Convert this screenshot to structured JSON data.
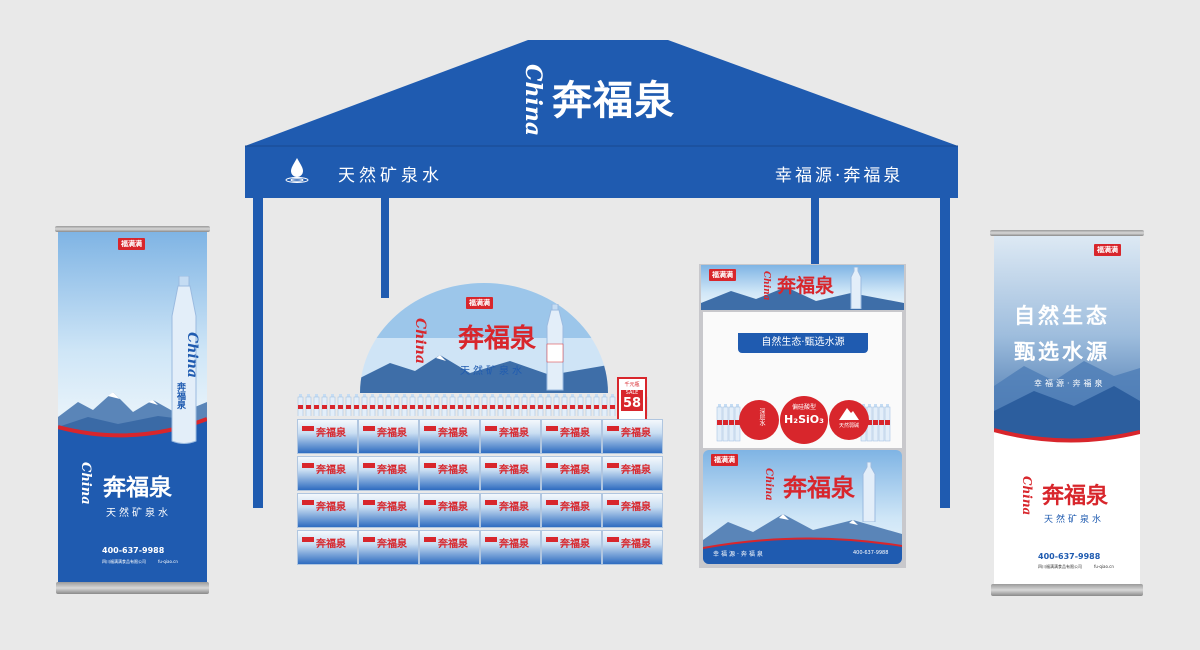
{
  "brand": {
    "name": "奔福泉",
    "latin": "China",
    "badge": "福满满",
    "primary_color": "#1f5bb0",
    "accent_color": "#d8262c"
  },
  "tent": {
    "title": "奔福泉",
    "slogan_left": "天然矿泉水",
    "slogan_right": "幸福源·奔福泉",
    "icon": "water-drop-icon"
  },
  "left_banner": {
    "bottle_label": "China",
    "bottle_brand": "奔福泉",
    "title": "奔福泉",
    "subtitle": "天然矿泉水",
    "phone": "400-637-9988",
    "company": "四川福满满食品有限公司",
    "website": "fu-qiao.cn"
  },
  "arch_display": {
    "title": "奔福泉",
    "subtitle": "天然矿泉水",
    "sale_label": "SALE",
    "sale_price": "58",
    "sale_tag_top": "千元瓶"
  },
  "counter": {
    "header_title": "奔福泉",
    "ribbon": "自然生态·甄选水源",
    "circle_1": "深层水",
    "circle_2": "H₂SiO₃",
    "circle_2_text": "偏硅酸型",
    "circle_3": "天然弱碱",
    "main_title": "奔福泉",
    "footer_slogan": "幸福源·奔福泉",
    "footer_phone": "400-637-9988"
  },
  "right_banner": {
    "headline_1": "自然生态",
    "headline_2": "甄选水源",
    "slogan": "幸福源·奔福泉",
    "title": "奔福泉",
    "subtitle": "天然矿泉水",
    "phone": "400-637-9988",
    "company": "四川福满满食品有限公司",
    "website": "fu-qiao.cn"
  }
}
